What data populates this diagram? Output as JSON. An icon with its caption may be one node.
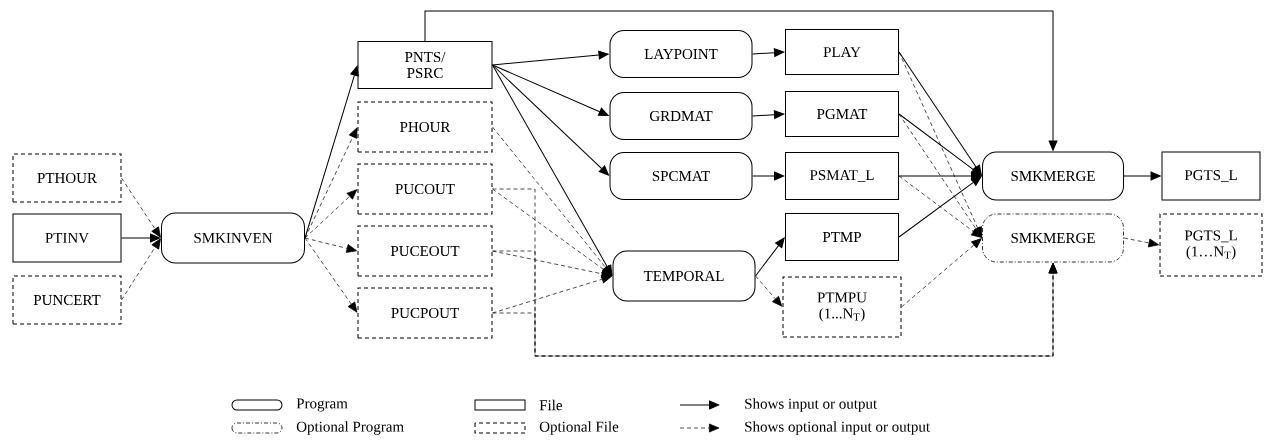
{
  "diagram": {
    "nodes": [
      {
        "text": [
          "PTHOUR"
        ]
      },
      {
        "text": [
          "PTINV"
        ]
      },
      {
        "text": [
          "PUNCERT"
        ]
      },
      {
        "text": [
          "SMKINVEN"
        ]
      },
      {
        "text": [
          "PNTS/ PSRC"
        ]
      },
      {
        "text": [
          "PHOUR"
        ]
      },
      {
        "text": [
          "PUCOUT"
        ]
      },
      {
        "text": [
          "PUCEOUT"
        ]
      },
      {
        "text": [
          "PUCPOUT"
        ]
      },
      {
        "text": [
          "LAYPOINT"
        ]
      },
      {
        "text": [
          "GRDMAT"
        ]
      },
      {
        "text": [
          "SPCMAT"
        ]
      },
      {
        "text": [
          "TEMPORAL"
        ]
      },
      {
        "text": [
          "PLAY"
        ]
      },
      {
        "text": [
          "PGMAT"
        ]
      },
      {
        "text": [
          "PSMAT_L"
        ]
      },
      {
        "text": [
          "PTMP"
        ]
      },
      {
        "text": [
          "PTMPU (1...N$_{T}$)"
        ]
      },
      {
        "text": [
          "SMKMERGE"
        ]
      },
      {
        "text": [
          "SMKMERGE"
        ]
      },
      {
        "text": [
          "PGTS_L"
        ]
      },
      {
        "text": [
          "PGTS_L (1…N$_{T}$)"
        ]
      }
    ],
    "edges": [
      {
        "from": 0,
        "to": 3,
        "arrow": "to",
        "style": "dashed"
      },
      {
        "from": 1,
        "to": 3,
        "arrow": "to"
      },
      {
        "from": 2,
        "to": 3,
        "arrow": "to",
        "style": "dashed"
      },
      {
        "from": 3,
        "to": 4,
        "arrow": "to"
      },
      {
        "from": 3,
        "to": 5,
        "arrow": "to",
        "style": "dashed"
      },
      {
        "from": 3,
        "to": 6,
        "arrow": "to",
        "style": "dashed"
      },
      {
        "from": 3,
        "to": 7,
        "arrow": "to",
        "style": "dashed"
      },
      {
        "from": 3,
        "to": 8,
        "arrow": "to",
        "style": "dashed"
      },
      {
        "from": 4,
        "to": 9,
        "arrow": "to"
      },
      {
        "from": 4,
        "to": 10,
        "arrow": "to"
      },
      {
        "from": 4,
        "to": 11,
        "arrow": "to"
      },
      {
        "from": 4,
        "to": 12,
        "arrow": "to"
      },
      {
        "from": 4,
        "to": 18,
        "arrow": "to"
      },
      {
        "from": 5,
        "to": 12,
        "arrow": "to",
        "style": "dashed"
      },
      {
        "from": 6,
        "to": 12,
        "arrow": "to",
        "style": "dashed"
      },
      {
        "from": 7,
        "to": 12,
        "arrow": "to",
        "style": "dashed"
      },
      {
        "from": 8,
        "to": 12,
        "arrow": "to",
        "style": "dashed"
      },
      {
        "from": 6,
        "to": 19,
        "arrow": "to",
        "style": "dashed"
      },
      {
        "from": 7,
        "to": 19,
        "arrow": "to",
        "style": "dashed"
      },
      {
        "from": 8,
        "to": 19,
        "arrow": "to",
        "style": "dashed"
      },
      {
        "from": 9,
        "to": 13,
        "arrow": "to"
      },
      {
        "from": 10,
        "to": 14,
        "arrow": "to"
      },
      {
        "from": 11,
        "to": 15,
        "arrow": "to"
      },
      {
        "from": 12,
        "to": 16,
        "arrow": "to"
      },
      {
        "from": 12,
        "to": 17,
        "arrow": "to",
        "style": "dashed"
      },
      {
        "from": 13,
        "to": 18,
        "arrow": "to"
      },
      {
        "from": 14,
        "to": 18,
        "arrow": "to"
      },
      {
        "from": 15,
        "to": 18,
        "arrow": "to"
      },
      {
        "from": 16,
        "to": 18,
        "arrow": "to"
      },
      {
        "from": 13,
        "to": 19,
        "arrow": "to",
        "style": "dashed"
      },
      {
        "from": 14,
        "to": 19,
        "arrow": "to",
        "style": "dashed"
      },
      {
        "from": 15,
        "to": 19,
        "arrow": "to",
        "style": "dashed"
      },
      {
        "from": 17,
        "to": 19,
        "arrow": "to",
        "style": "dashed"
      },
      {
        "from": 18,
        "to": 20,
        "arrow": "to"
      },
      {
        "from": 19,
        "to": 21,
        "arrow": "to",
        "style": "dashed"
      }
    ],
    "legend": [
      {
        "text": "Program"
      },
      {
        "text": "Optional Program"
      },
      {
        "text": "File"
      },
      {
        "text": "Optional File"
      },
      {
        "text": "Shows input or output"
      },
      {
        "text": "Shows optional input or output"
      }
    ]
  }
}
